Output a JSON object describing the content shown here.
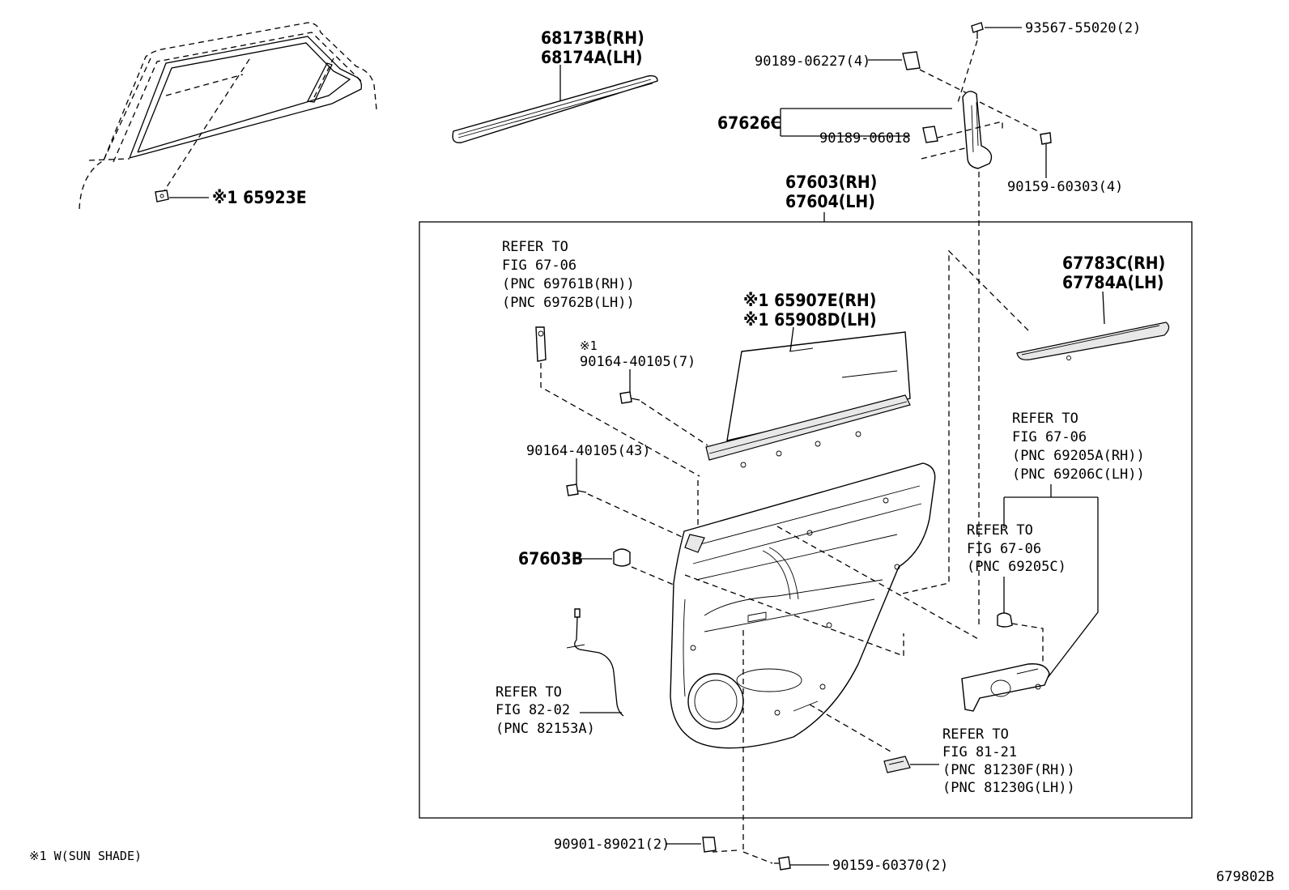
{
  "labels": {
    "p65923e": "※1 65923E",
    "p68173b": "68173B(RH)",
    "p68174a": "68174A(LH)",
    "p93567": "93567-55020(2)",
    "p90189_06227": "90189-06227(4)",
    "p67626c": "67626C",
    "p90189_06018": "90189-06018",
    "p90159_60303": "90159-60303(4)",
    "p67603": "67603(RH)",
    "p67604": "67604(LH)",
    "p67783c": "67783C(RH)",
    "p67784a": "67784A(LH)",
    "p65907e": "※1 65907E(RH)",
    "p65908d": "※1 65908D(LH)",
    "p90164_7_mark": "※1",
    "p90164_7": "90164-40105(7)",
    "p90164_43": "90164-40105(43)",
    "p67603b": "67603B",
    "p90901": "90901-89021(2)",
    "p90159_60370": "90159-60370(2)"
  },
  "refs": {
    "r1": [
      "REFER TO",
      "FIG 67-06",
      "(PNC 69761B(RH))",
      "(PNC 69762B(LH))"
    ],
    "r2": [
      "REFER TO",
      "FIG 67-06",
      "(PNC 69205A(RH))",
      "(PNC 69206C(LH))"
    ],
    "r3": [
      "REFER TO",
      "FIG 67-06",
      "(PNC 69205C)"
    ],
    "r4": [
      "REFER TO",
      "FIG 82-02",
      "(PNC 82153A)"
    ],
    "r5": [
      "REFER TO",
      "FIG 81-21",
      "(PNC 81230F(RH))",
      "(PNC 81230G(LH))"
    ]
  },
  "footnote": "※1 W(SUN SHADE)",
  "diagram_id": "679802B"
}
